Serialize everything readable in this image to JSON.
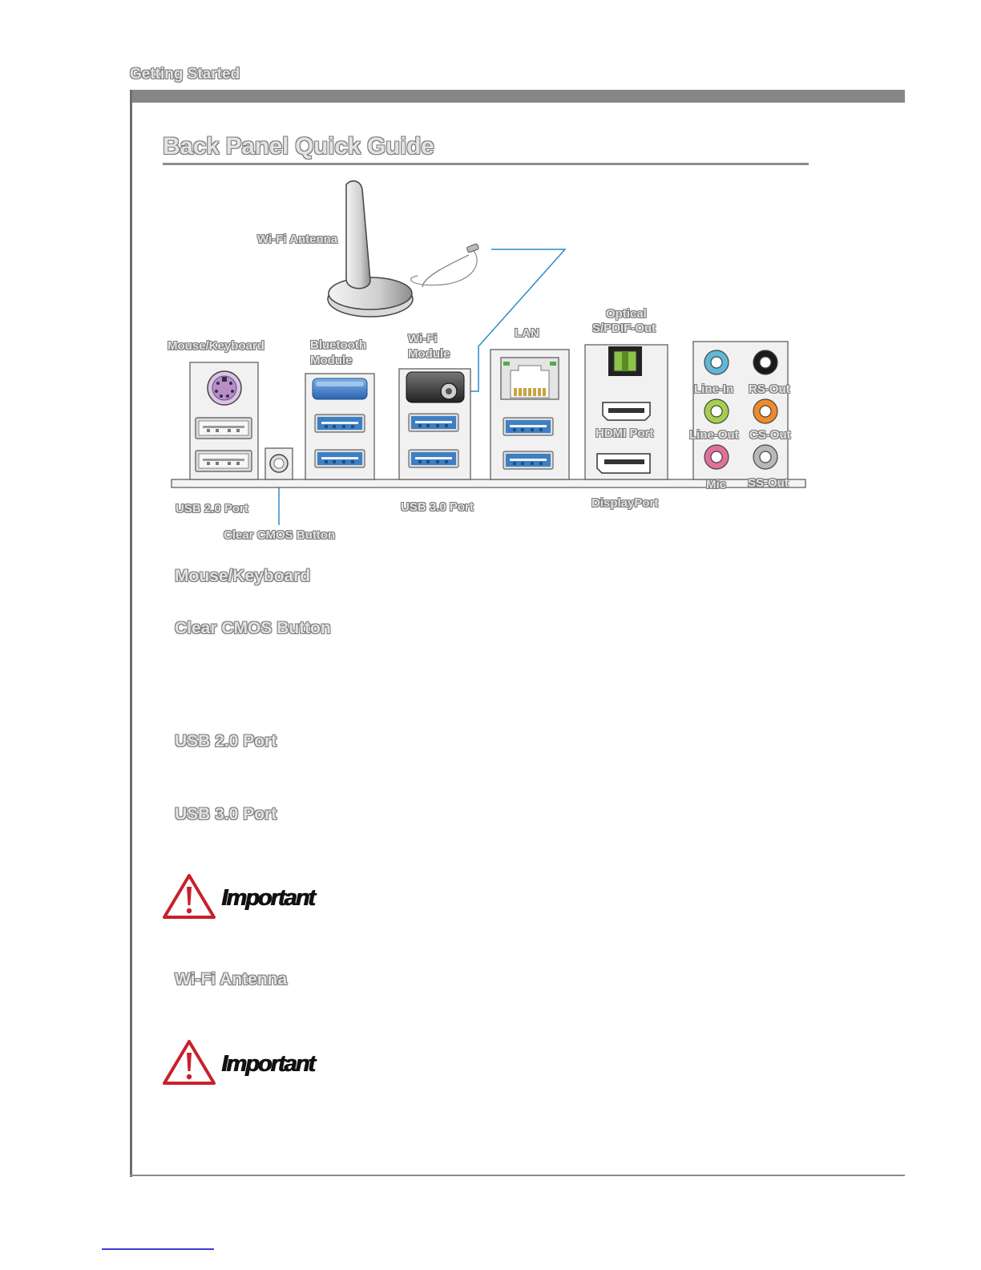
{
  "header": {
    "section": "Getting Started"
  },
  "page": {
    "title": "Back Panel Quick Guide"
  },
  "diagram": {
    "wifi_antenna": "Wi-Fi Antenna",
    "mouse_keyboard": "Mouse/Keyboard",
    "bluetooth_line1": "Bluetooth",
    "bluetooth_line2": "Module",
    "wifi_module_line1": "Wi-Fi",
    "wifi_module_line2": "Module",
    "lan": "LAN",
    "optical_line1": "Optical",
    "optical_line2": "S/PDIF-Out",
    "hdmi": "HDMI Port",
    "displayport": "DisplayPort",
    "usb20": "USB 2.0 Port",
    "usb30": "USB 3.0 Port",
    "clear_cmos": "Clear CMOS Button",
    "audio": [
      "Line-In",
      "RS-Out",
      "Line-Out",
      "CS-Out",
      "Mic",
      "SS-Out"
    ]
  },
  "sections": {
    "mouse_keyboard": "Mouse/Keyboard",
    "clear_cmos": "Clear CMOS Button",
    "usb20": "USB 2.0 Port",
    "usb30": "USB 3.0 Port",
    "important_1": "Important",
    "wifi_antenna": "Wi-Fi Antenna",
    "important_2": "Important"
  },
  "colors": {
    "usb3_blue": "#3d7fc4",
    "ps2_purple": "#b78fc7",
    "line_in": "#5fb8d8",
    "line_out": "#a7cf4e",
    "mic": "#e36f9b",
    "cs_out": "#f08a2a",
    "rs_out": "#1a1a1a",
    "ss_out": "#b8b8b8",
    "callout_line": "#2a8bc8",
    "warning_red": "#c8202a"
  }
}
